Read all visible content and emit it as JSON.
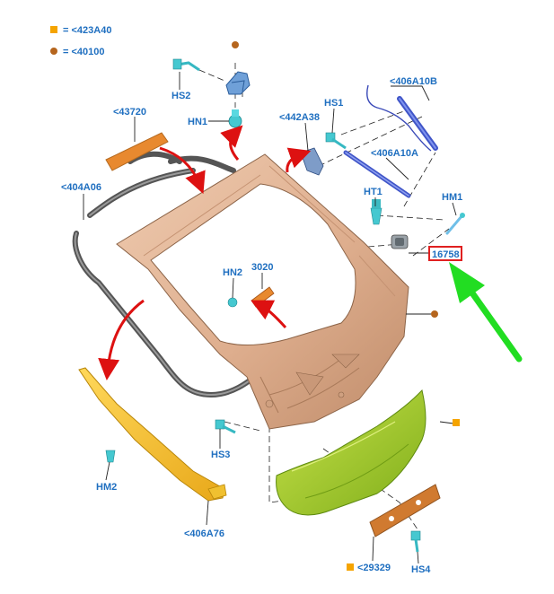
{
  "legend": {
    "square_text": "= <423A40",
    "circle_text": "= <40100",
    "square_color": "#f5a400",
    "circle_color": "#b5651d"
  },
  "labels": {
    "hs2": "HS2",
    "hn1": "HN1",
    "c43720": "<43720",
    "c442a38": "<442A38",
    "hs1": "HS1",
    "c406a10b": "<406A10B",
    "c406a10a": "<406A10A",
    "ht1": "HT1",
    "hm1": "HM1",
    "c404a06": "<404A06",
    "hn2": "HN2",
    "c3020": "3020",
    "c16758": "16758",
    "hs3": "HS3",
    "hm2": "HM2",
    "c406a76": "<406A76",
    "c29329": "<29329",
    "hs4": "HS4"
  },
  "highlight": {
    "part": "16758",
    "box_color": "#e02020",
    "arrow_color": "#22dd22"
  },
  "colors": {
    "label_blue": "#1f6fc0",
    "tailgate": "#e2b596",
    "spoiler": "#a4cc2a",
    "orange_parts": "#e8892f",
    "fastener": "#45c8d0",
    "red_arrow": "#dd1111"
  },
  "icons": [
    "gas-strut-icon",
    "clip-icon",
    "screw-icon",
    "hinge-icon",
    "wiring-icon",
    "weatherstrip-icon",
    "tailgate-panel-icon",
    "spoiler-icon",
    "handle-icon",
    "trim-strip-icon"
  ]
}
